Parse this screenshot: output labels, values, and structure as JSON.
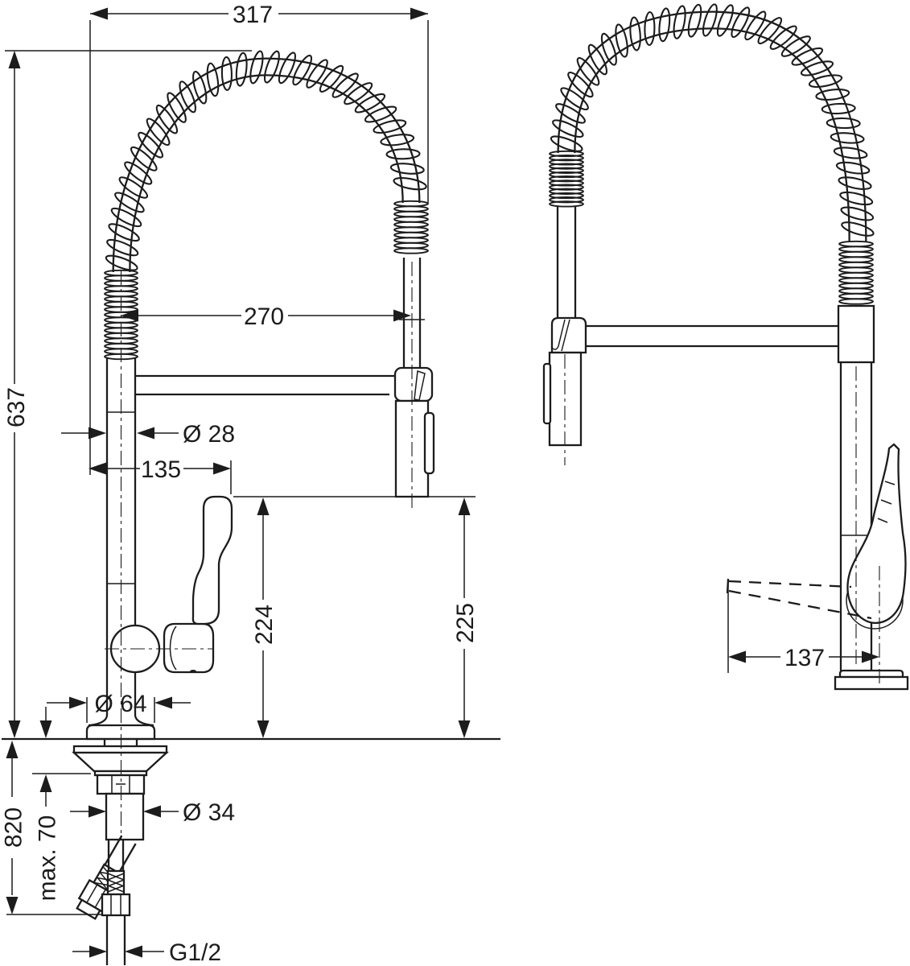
{
  "drawing": {
    "background": "#ffffff",
    "line_color": "#1c1c1c",
    "dimensions": {
      "overall_depth": "317",
      "height_above_counter": "637",
      "hose_arc_span": "270",
      "pipe_diameter": "Ø 28",
      "spout_reach": "135",
      "handle_top_height": "224",
      "spray_head_height": "225",
      "base_diameter": "Ø 64",
      "hose_length_below": "820",
      "max_counter_thickness": "max. 70",
      "shank_diameter": "Ø 34",
      "supply_thread": "G1/2",
      "side_handle_reach": "137"
    }
  }
}
